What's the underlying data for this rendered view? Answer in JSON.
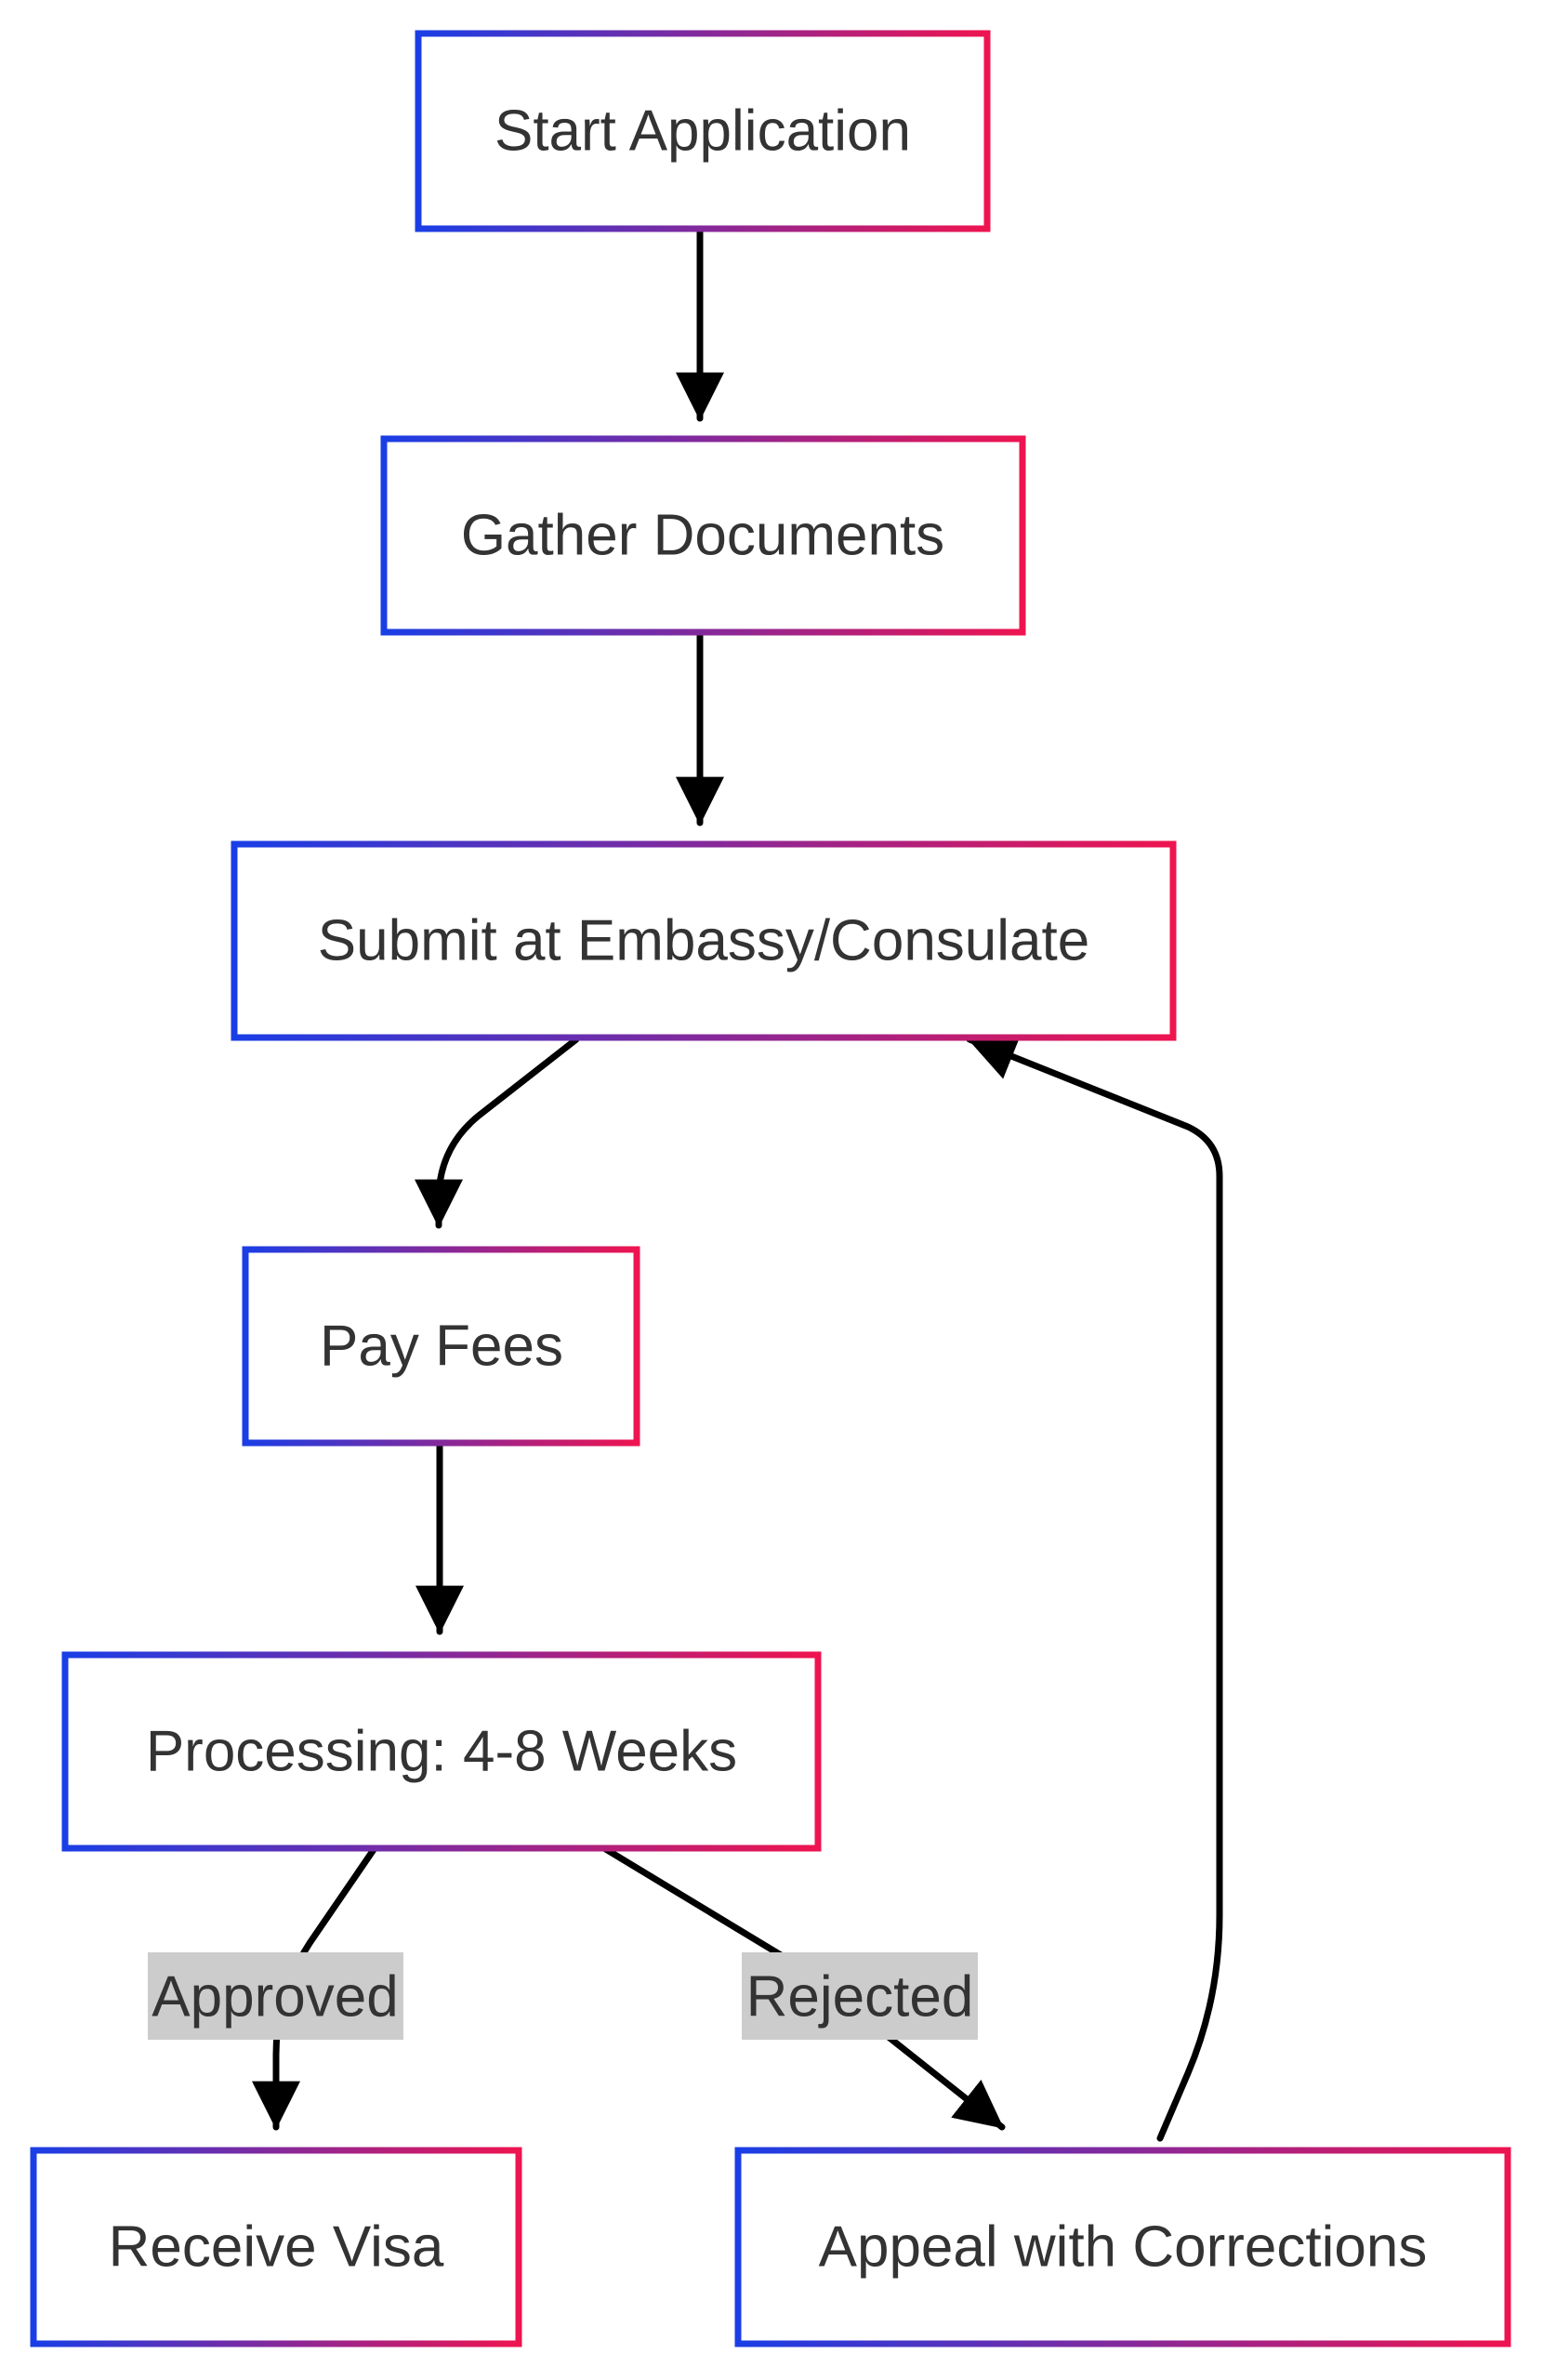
{
  "nodes": {
    "start": {
      "label": "Start Application"
    },
    "gather": {
      "label": "Gather Documents"
    },
    "submit": {
      "label": "Submit at Embassy/Consulate"
    },
    "pay": {
      "label": "Pay Fees"
    },
    "processing": {
      "label": "Processing: 4-8 Weeks"
    },
    "receive": {
      "label": "Receive Visa"
    },
    "appeal": {
      "label": "Appeal with Corrections"
    }
  },
  "edges": {
    "approved": {
      "label": "Approved"
    },
    "rejected": {
      "label": "Rejected"
    }
  },
  "colors": {
    "border_start": "#1a3ee6",
    "border_end": "#ee1450",
    "edge": "#000000",
    "edge_label_background": "#cccccc",
    "text": "#333333"
  }
}
